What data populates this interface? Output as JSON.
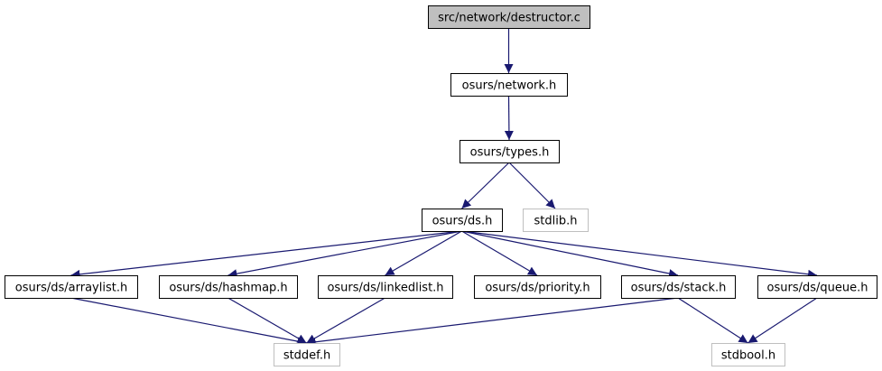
{
  "diagram": {
    "type": "include-dependency-graph",
    "colors": {
      "edge": "#191970",
      "root_fill": "#bfbfbf",
      "node_border": "#000000",
      "external_border": "#bfbfbf",
      "node_fill": "#ffffff"
    },
    "nodes": [
      {
        "id": "destructor",
        "label": "src/network/destructor.c",
        "kind": "root"
      },
      {
        "id": "network",
        "label": "osurs/network.h",
        "kind": "header"
      },
      {
        "id": "types",
        "label": "osurs/types.h",
        "kind": "header"
      },
      {
        "id": "ds",
        "label": "osurs/ds.h",
        "kind": "header"
      },
      {
        "id": "stdlib",
        "label": "stdlib.h",
        "kind": "external"
      },
      {
        "id": "arraylist",
        "label": "osurs/ds/arraylist.h",
        "kind": "header"
      },
      {
        "id": "hashmap",
        "label": "osurs/ds/hashmap.h",
        "kind": "header"
      },
      {
        "id": "linkedlist",
        "label": "osurs/ds/linkedlist.h",
        "kind": "header"
      },
      {
        "id": "priority",
        "label": "osurs/ds/priority.h",
        "kind": "header"
      },
      {
        "id": "stack",
        "label": "osurs/ds/stack.h",
        "kind": "header"
      },
      {
        "id": "queue",
        "label": "osurs/ds/queue.h",
        "kind": "header"
      },
      {
        "id": "stddef",
        "label": "stddef.h",
        "kind": "external"
      },
      {
        "id": "stdbool",
        "label": "stdbool.h",
        "kind": "external"
      }
    ],
    "edges": [
      {
        "from": "destructor",
        "to": "network"
      },
      {
        "from": "network",
        "to": "types"
      },
      {
        "from": "types",
        "to": "ds"
      },
      {
        "from": "types",
        "to": "stdlib"
      },
      {
        "from": "ds",
        "to": "arraylist"
      },
      {
        "from": "ds",
        "to": "hashmap"
      },
      {
        "from": "ds",
        "to": "linkedlist"
      },
      {
        "from": "ds",
        "to": "priority"
      },
      {
        "from": "ds",
        "to": "stack"
      },
      {
        "from": "ds",
        "to": "queue"
      },
      {
        "from": "arraylist",
        "to": "stddef"
      },
      {
        "from": "hashmap",
        "to": "stddef"
      },
      {
        "from": "linkedlist",
        "to": "stddef"
      },
      {
        "from": "stack",
        "to": "stddef"
      },
      {
        "from": "stack",
        "to": "stdbool"
      },
      {
        "from": "queue",
        "to": "stdbool"
      }
    ]
  }
}
